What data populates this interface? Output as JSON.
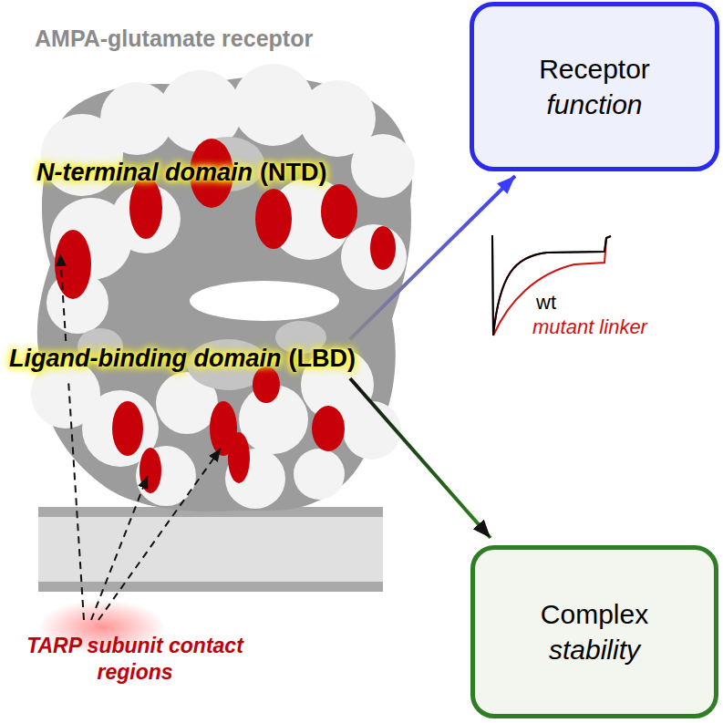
{
  "diagram": {
    "title": "AMPA-glutamate receptor",
    "nodes": [
      {
        "text": [
          "N-terminal domain",
          "(NTD)"
        ]
      },
      {
        "text": [
          "Receptor",
          "function"
        ]
      },
      {
        "text": [
          "Ligand-binding domain",
          "(LBD)"
        ]
      },
      {
        "text": [
          "Complex",
          "stability"
        ]
      }
    ],
    "edges": [
      {
        "from": 2,
        "to": 1,
        "arrow": "to"
      },
      {
        "from": 2,
        "to": 3,
        "arrow": "to"
      }
    ],
    "labels": [
      "wt",
      "mutant linker",
      "TARP subunit contact regions"
    ]
  }
}
